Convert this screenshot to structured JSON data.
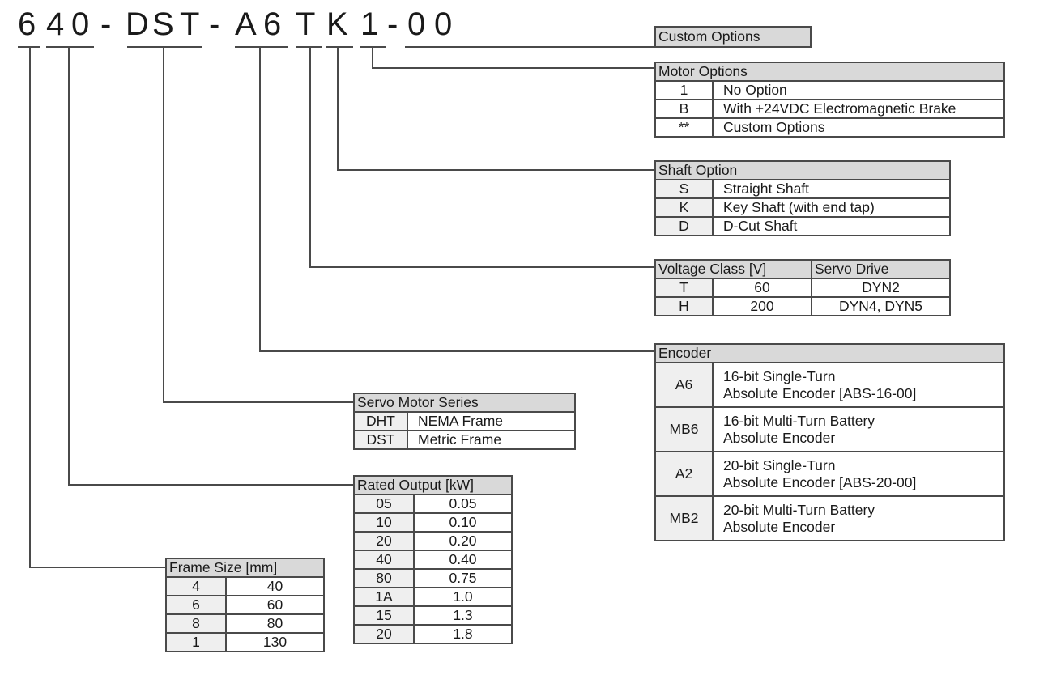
{
  "part_number": {
    "full": "640-DST-A6TK1-00",
    "chars": [
      "6",
      "4",
      "0",
      "-",
      "D",
      "S",
      "T",
      "-",
      "A",
      "6",
      "T",
      "K",
      "1",
      "-",
      "0",
      "0"
    ]
  },
  "custom_options": {
    "title": "Custom Options"
  },
  "motor_options": {
    "title": "Motor Options",
    "rows": [
      {
        "code": "1",
        "desc": "No Option"
      },
      {
        "code": "B",
        "desc": "With +24VDC Electromagnetic Brake"
      },
      {
        "code": "**",
        "desc": "Custom Options"
      }
    ]
  },
  "shaft_option": {
    "title": "Shaft Option",
    "rows": [
      {
        "code": "S",
        "desc": "Straight Shaft"
      },
      {
        "code": "K",
        "desc": "Key Shaft (with end tap)"
      },
      {
        "code": "D",
        "desc": "D-Cut Shaft"
      }
    ]
  },
  "voltage_class": {
    "title": "Voltage Class [V]",
    "drive_title": "Servo Drive",
    "rows": [
      {
        "code": "T",
        "voltage": "60",
        "drive": "DYN2"
      },
      {
        "code": "H",
        "voltage": "200",
        "drive": "DYN4, DYN5"
      }
    ]
  },
  "encoder": {
    "title": "Encoder",
    "rows": [
      {
        "code": "A6",
        "line1": "16-bit Single-Turn",
        "line2": "Absolute Encoder [ABS-16-00]"
      },
      {
        "code": "MB6",
        "line1": "16-bit Multi-Turn Battery",
        "line2": "Absolute Encoder"
      },
      {
        "code": "A2",
        "line1": "20-bit Single-Turn",
        "line2": "Absolute Encoder [ABS-20-00]"
      },
      {
        "code": "MB2",
        "line1": "20-bit Multi-Turn Battery",
        "line2": "Absolute Encoder"
      }
    ]
  },
  "servo_motor_series": {
    "title": "Servo Motor Series",
    "rows": [
      {
        "code": "DHT",
        "desc": "NEMA Frame"
      },
      {
        "code": "DST",
        "desc": "Metric Frame"
      }
    ]
  },
  "rated_output": {
    "title": "Rated Output [kW]",
    "rows": [
      {
        "code": "05",
        "value": "0.05"
      },
      {
        "code": "10",
        "value": "0.10"
      },
      {
        "code": "20",
        "value": "0.20"
      },
      {
        "code": "40",
        "value": "0.40"
      },
      {
        "code": "80",
        "value": "0.75"
      },
      {
        "code": "1A",
        "value": "1.0"
      },
      {
        "code": "15",
        "value": "1.3"
      },
      {
        "code": "20",
        "value": "1.8"
      }
    ]
  },
  "frame_size": {
    "title": "Frame Size [mm]",
    "rows": [
      {
        "code": "4",
        "value": "40"
      },
      {
        "code": "6",
        "value": "60"
      },
      {
        "code": "8",
        "value": "80"
      },
      {
        "code": "1",
        "value": "130"
      }
    ]
  },
  "colors": {
    "header_bg": "#d9d9d9",
    "code_bg": "#efefef",
    "line": "#4a4a4a"
  }
}
